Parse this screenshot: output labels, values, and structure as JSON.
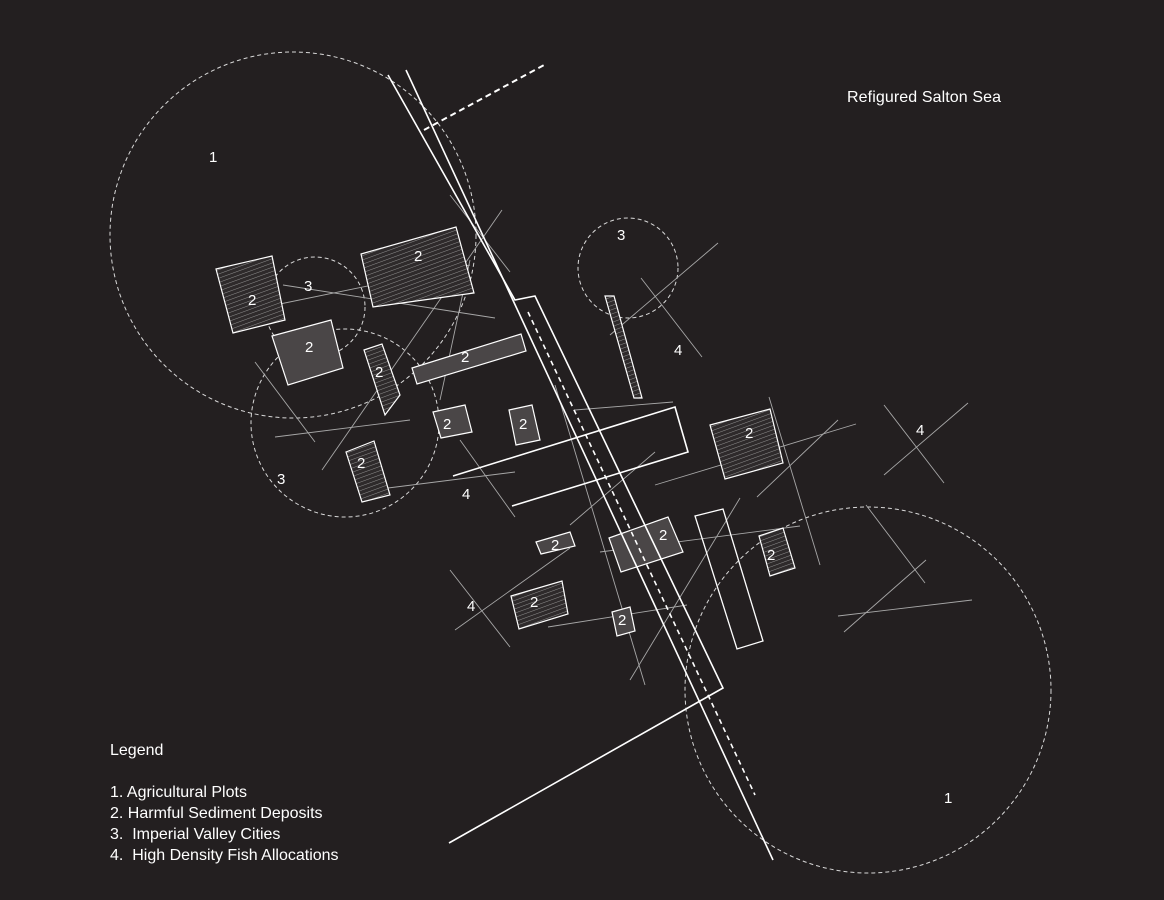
{
  "title": "Refigured Salton Sea",
  "legend": {
    "title": "Legend",
    "items": [
      "1. Agricultural Plots",
      "2. Harmful Sediment Deposits",
      "3.  Imperial Valley Cities",
      "4.  High Density Fish Allocations"
    ]
  },
  "labels": {
    "one": "1",
    "two": "2",
    "three": "3",
    "four": "4"
  },
  "colors": {
    "background": "#231f20",
    "line": "#ffffff",
    "dashed": "#d9d9d9",
    "thin": "#a7a7a7",
    "deposit_fill": "#4a4647"
  }
}
